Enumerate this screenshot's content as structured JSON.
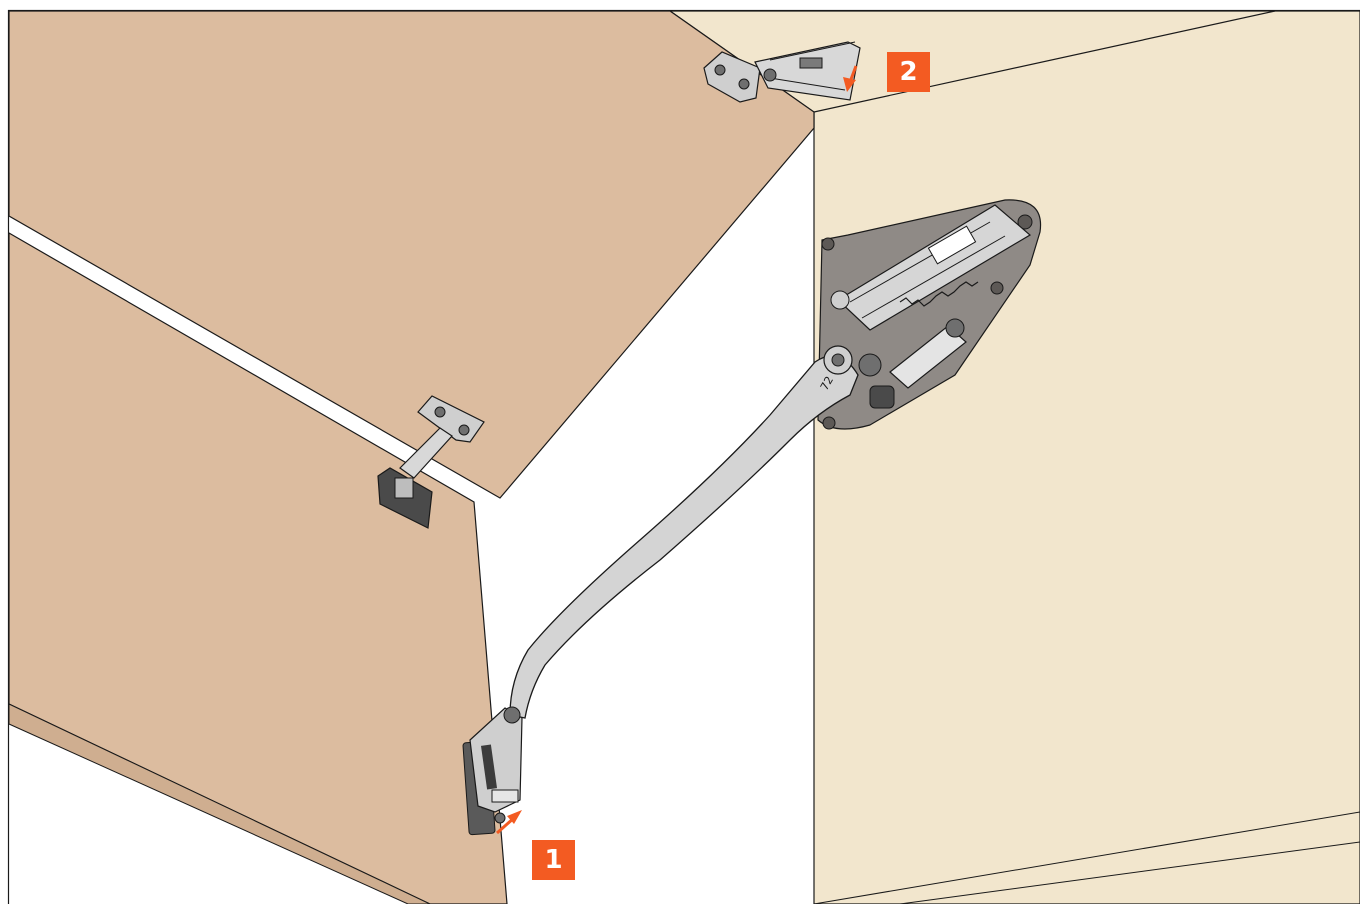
{
  "colors": {
    "background": "#ffffff",
    "lid_panel": "#dcbc9f",
    "cabinet_side": "#f2e6cd",
    "mount_plate": "#8f8a86",
    "metal_light": "#cfcfcf",
    "metal_dark": "#6f6f6f",
    "callout_accent": "#f35b22",
    "outline": "#1a1a1a"
  },
  "callouts": [
    {
      "label": "1",
      "target": "lower-lid-bracket"
    },
    {
      "label": "2",
      "target": "top-hinge"
    }
  ],
  "components": {
    "lift_mechanism": {
      "number_stamp": "72"
    }
  }
}
